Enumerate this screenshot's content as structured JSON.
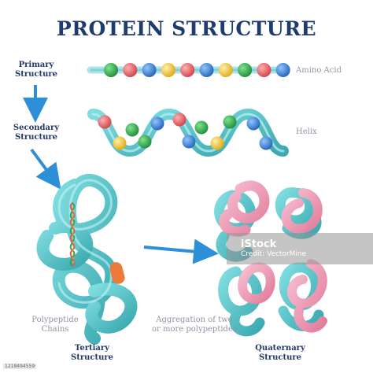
{
  "title": "PROTEIN STRUCTURE",
  "labels": {
    "primary": [
      "Primary",
      "Structure"
    ],
    "secondary": [
      "Secondary",
      "Structure"
    ],
    "tertiary": [
      "Tertiary",
      "Structure"
    ],
    "quaternary": [
      "Quaternary",
      "Structure"
    ],
    "amino_acid": "Amino Acid",
    "helix": "Helix",
    "polypeptide": [
      "Polypeptide",
      "Chains"
    ],
    "aggregation": [
      "Aggregation of two",
      "or more polypeptides"
    ]
  },
  "watermark": {
    "brand": "iStock",
    "credit": "Credit: VectorMine"
  },
  "stock_id": "1218494559",
  "colors": {
    "title": "#1e3c6e",
    "arrow": "#2d8fd8",
    "strand": "#5ec4c8",
    "bead_green": "#2ca94a",
    "bead_red": "#e8575d",
    "bead_blue": "#2f7fd6",
    "bead_yellow": "#f2c12e",
    "pink": "#ef9bb5"
  },
  "bead_sequence": [
    "green",
    "red",
    "blue",
    "yellow",
    "red",
    "blue",
    "yellow",
    "green",
    "red",
    "blue",
    "yellow",
    "green",
    "red"
  ]
}
